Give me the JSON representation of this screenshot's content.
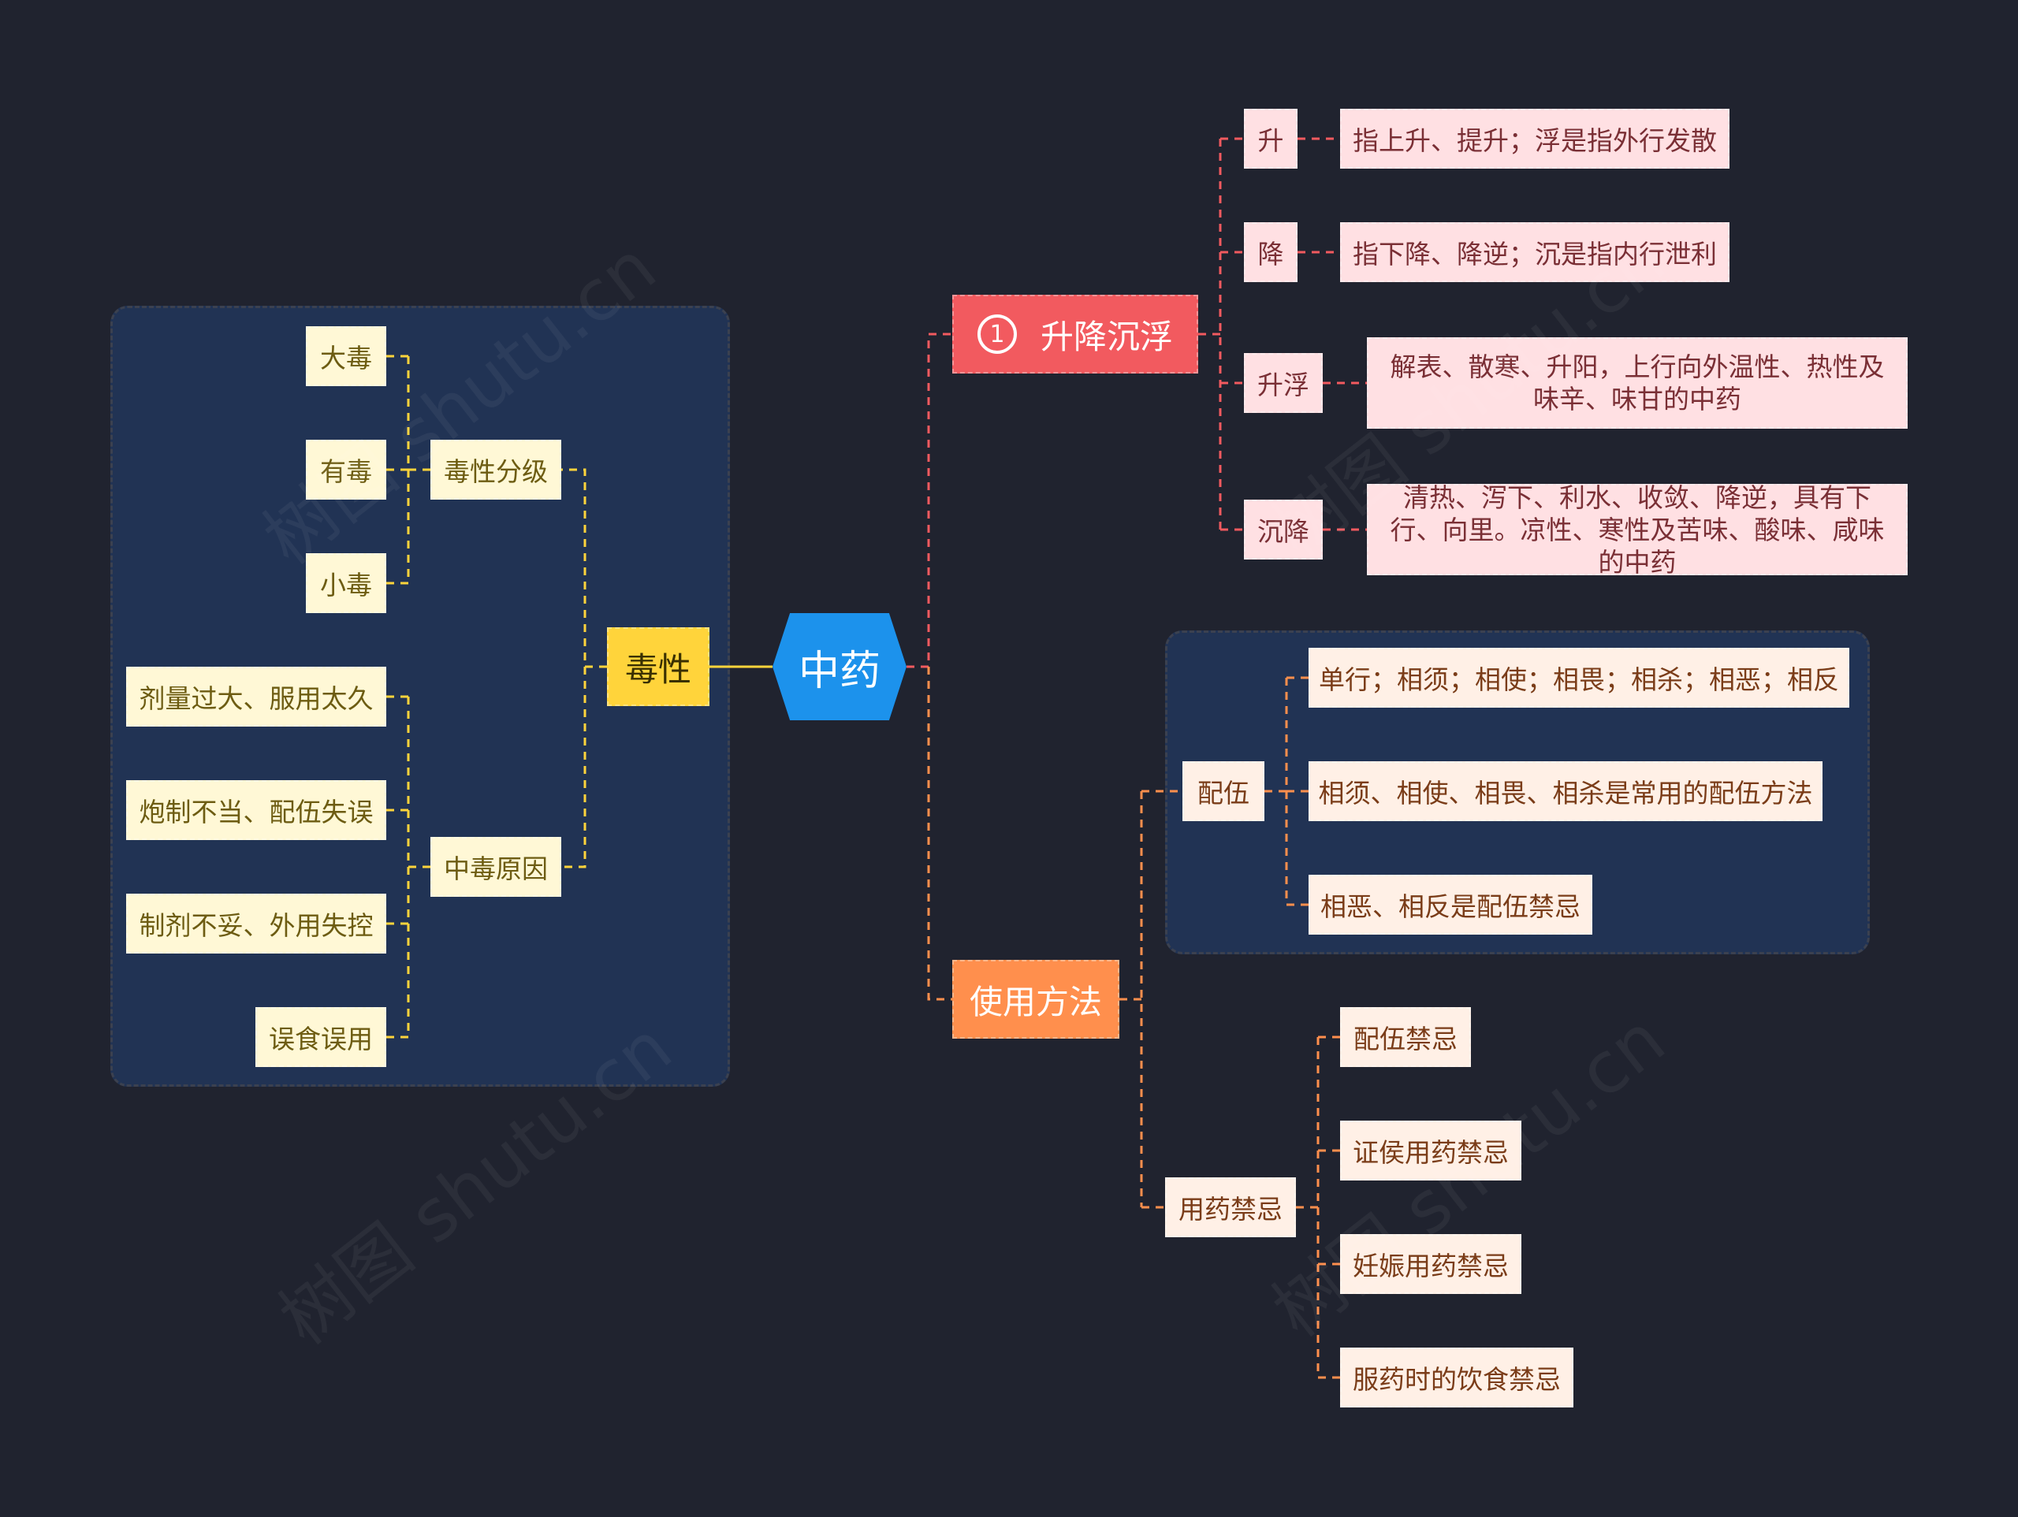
{
  "root": "中药",
  "toxicity": {
    "label": "毒性",
    "grading": {
      "label": "毒性分级",
      "items": [
        "大毒",
        "有毒",
        "小毒"
      ]
    },
    "causes": {
      "label": "中毒原因",
      "items": [
        "剂量过大、服用太久",
        "炮制不当、配伍失误",
        "制剂不妥、外用失控",
        "误食误用"
      ]
    }
  },
  "ascend": {
    "badge": "1",
    "label": "升降沉浮",
    "items": [
      {
        "label": "升",
        "desc": "指上升、提升；浮是指外行发散"
      },
      {
        "label": "降",
        "desc": "指下降、降逆；沉是指内行泄利"
      },
      {
        "label": "升浮",
        "desc": "解表、散寒、升阳，上行向外温性、热性及味辛、味甘的中药"
      },
      {
        "label": "沉降",
        "desc": "清热、泻下、利水、收敛、降逆，具有下行、向里。凉性、寒性及苦味、酸味、咸味的中药"
      }
    ]
  },
  "usage": {
    "label": "使用方法",
    "combination": {
      "label": "配伍",
      "items": [
        "单行；相须；相使；相畏；相杀；相恶；相反",
        "相须、相使、相畏、相杀是常用的配伍方法",
        "相恶、相反是配伍禁忌"
      ]
    },
    "contraindications": {
      "label": "用药禁忌",
      "items": [
        "配伍禁忌",
        "证侯用药禁忌",
        "妊娠用药禁忌",
        "服药时的饮食禁忌"
      ]
    }
  },
  "watermark": "树图 shutu.cn",
  "colors": {
    "background": "#20232f",
    "root": "#1c92ec",
    "toxicity": "#ffd43b",
    "ascend": "#f25a5f",
    "usage": "#ff8f4d",
    "group": "#213354"
  }
}
